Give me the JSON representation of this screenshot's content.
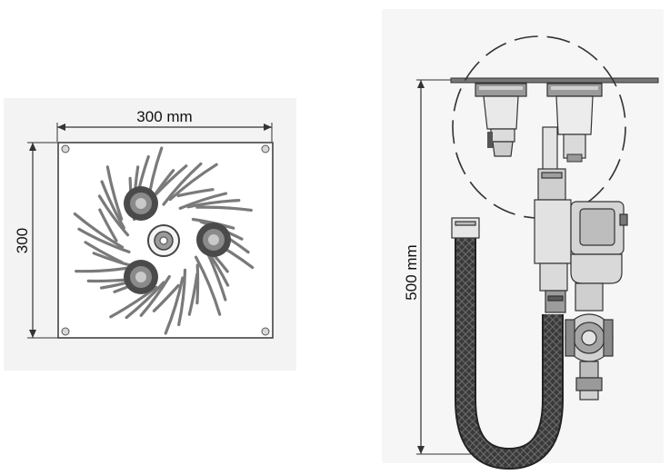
{
  "front_view": {
    "width_label": "300 mm",
    "height_label": "300"
  },
  "side_view": {
    "height_label": "500 mm"
  },
  "colors": {
    "background": "#ffffff",
    "panel_bg": "#f2f2f2",
    "line": "#333333",
    "hose": "#2e2e2e"
  }
}
